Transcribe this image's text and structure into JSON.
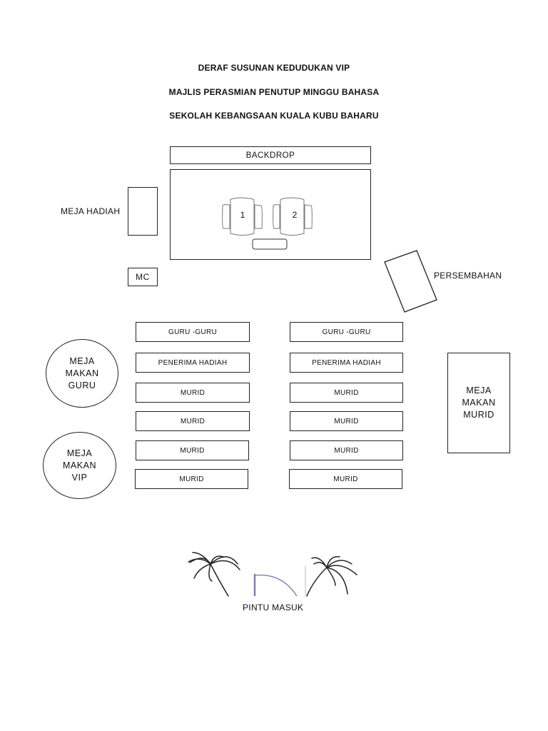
{
  "titles": {
    "line1": "DERAF SUSUNAN KEDUDUKAN VIP",
    "line2": "MAJLIS PERASMIAN PENUTUP MINGGU BAHASA",
    "line3": "SEKOLAH KEBANGSAAN KUALA KUBU BAHARU"
  },
  "stage": {
    "backdrop": "BACKDROP",
    "chair1": "1",
    "chair2": "2"
  },
  "labels": {
    "meja_hadiah": "MEJA HADIAH",
    "mc": "MC",
    "persembahan": "PERSEMBAHAN",
    "pintu_masuk": "PINTU MASUK"
  },
  "tables": {
    "meja_makan_guru": "MEJA\nMAKAN\nGURU",
    "meja_makan_vip": "MEJA\nMAKAN\nVIP",
    "meja_makan_murid": "MEJA\nMAKAN\nMURID"
  },
  "rows": {
    "left": [
      "GURU -GURU",
      "PENERIMA HADIAH",
      "MURID",
      "MURID",
      "MURID",
      "MURID"
    ],
    "right": [
      "GURU -GURU",
      "PENERIMA HADIAH",
      "MURID",
      "MURID",
      "MURID",
      "MURID"
    ]
  },
  "colors": {
    "line": "#222222",
    "door": "#8080b0"
  }
}
